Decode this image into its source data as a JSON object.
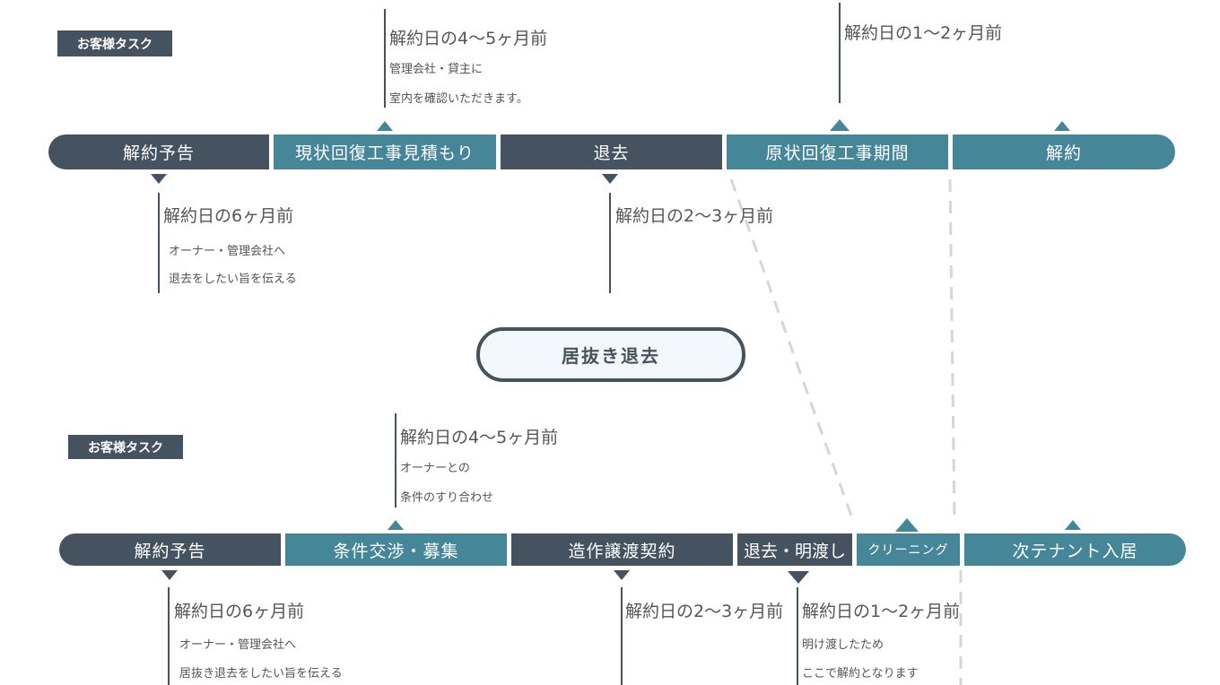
{
  "top": {
    "badge": "お客様タスク",
    "steps": [
      "解約予告",
      "現状回復工事見積もり",
      "退去",
      "原状回復工事期間",
      "解約"
    ],
    "notes": [
      {
        "heading": "解約日の4〜5ヶ月前",
        "lines": [
          "管理会社・貸主に",
          "室内を確認いただきます。"
        ]
      },
      {
        "heading": "解約日の1〜2ヶ月前"
      },
      {
        "heading": "解約日の6ヶ月前",
        "lines": [
          "オーナー・管理会社へ",
          "退去をしたい旨を伝える"
        ]
      },
      {
        "heading": "解約日の2〜3ヶ月前"
      }
    ]
  },
  "center_label": "居抜き退去",
  "bottom": {
    "badge": "お客様タスク",
    "steps": [
      "解約予告",
      "条件交渉・募集",
      "造作譲渡契約",
      "退去・明渡し",
      "クリーニング",
      "次テナント入居"
    ],
    "notes": [
      {
        "heading": "解約日の4〜5ヶ月前",
        "lines": [
          "オーナーとの",
          "条件のすり合わせ"
        ]
      },
      {
        "heading": "解約日の6ヶ月前",
        "lines": [
          "オーナー・管理会社へ",
          "居抜き退去をしたい旨を伝える"
        ]
      },
      {
        "heading": "解約日の2〜3ヶ月前"
      },
      {
        "heading": "解約日の1〜2ヶ月前",
        "lines": [
          "明け渡したため",
          "ここで解約となります"
        ]
      }
    ]
  },
  "colors": {
    "dark": "#45525f",
    "teal": "#468699"
  }
}
